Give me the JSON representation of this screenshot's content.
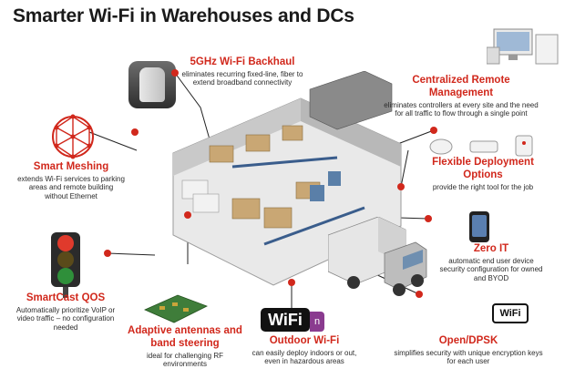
{
  "title": "Smarter Wi-Fi in Warehouses and DCs",
  "features": {
    "backhaul": {
      "heading": "5GHz Wi-Fi Backhaul",
      "description": "eliminates recurring fixed-line, fiber to extend broadband connectivity"
    },
    "central": {
      "heading": "Centralized Remote Management",
      "description": "eliminates controllers at every site and the need for all traffic to flow through a single point"
    },
    "meshing": {
      "heading": "Smart Meshing",
      "description": "extends Wi-Fi services to parking areas and remote building without Ethernet"
    },
    "flex": {
      "heading": "Flexible Deployment Options",
      "description": "provide the right tool for the job"
    },
    "zeroit": {
      "heading": "Zero IT",
      "description": "automatic end user device security configuration for owned and BYOD"
    },
    "smartcast": {
      "heading": "SmartCast QOS",
      "description": "Automatically prioritize VoIP or video traffic – no configuration needed"
    },
    "adaptive": {
      "heading": "Adaptive antennas and band steering",
      "description": "ideal for challenging RF environments"
    },
    "outdoor": {
      "heading": "Outdoor Wi-Fi",
      "description": "can easily deploy indoors or out, even in hazardous areas"
    },
    "opendpsk": {
      "heading": "Open/DPSK",
      "description": "simplifies security with unique encryption keys for each user"
    }
  },
  "logos": {
    "wifi_main": "WiFi",
    "wifi_n": "n",
    "wifi_small": "WiFi"
  },
  "colors": {
    "accent": "#d1281c",
    "text": "#2b2b2b",
    "building": "#dcdcdc",
    "truck": "#e6e6e6"
  },
  "icons": [
    "access-point-icon",
    "mesh-globe-icon",
    "traffic-light-icon",
    "antenna-board-icon",
    "wifi-logo-icon",
    "management-devices-icon",
    "access-points-row-icon",
    "smartphone-icon",
    "wifi-badge-icon",
    "warehouse-illustration",
    "delivery-truck-icon"
  ]
}
